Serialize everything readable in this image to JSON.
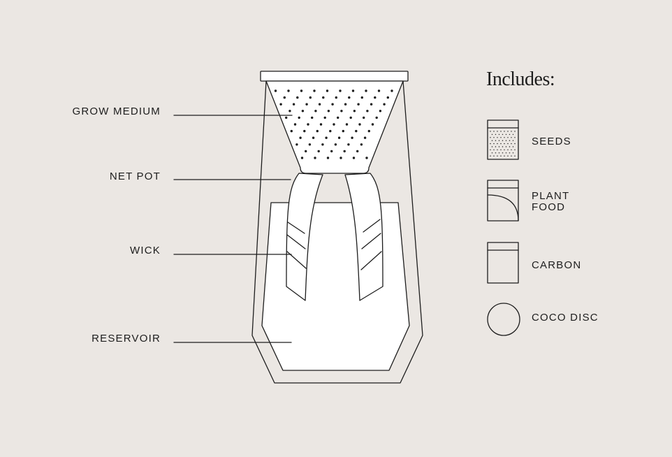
{
  "callouts": {
    "grow_medium": "GROW MEDIUM",
    "net_pot": "NET POT",
    "wick": "WICK",
    "reservoir": "RESERVOIR"
  },
  "includes": {
    "title": "Includes:",
    "items": [
      {
        "label": "SEEDS",
        "icon": "seed-packet-icon"
      },
      {
        "label": "PLANT\nFOOD",
        "icon": "plant-food-packet-icon"
      },
      {
        "label": "CARBON",
        "icon": "carbon-packet-icon"
      },
      {
        "label": "COCO DISC",
        "icon": "coco-disc-icon"
      }
    ]
  },
  "colors": {
    "background": "#ebe7e3",
    "line": "#1d1d1d",
    "fill": "#ffffff"
  }
}
